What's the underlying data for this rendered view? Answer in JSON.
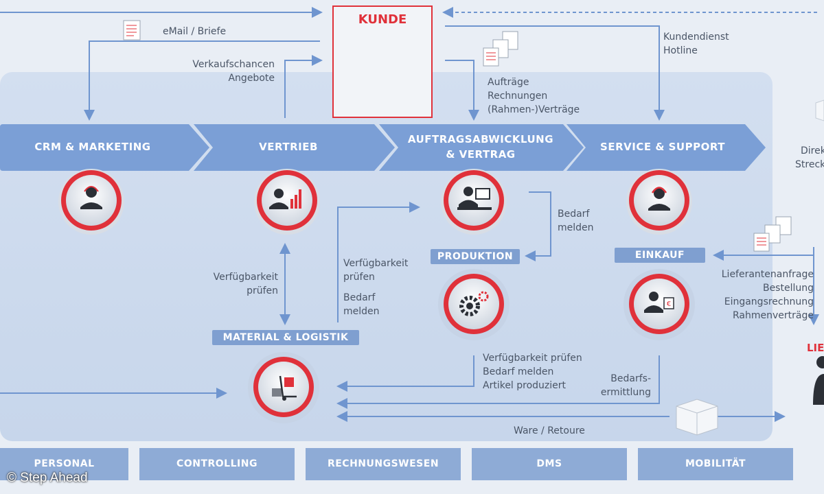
{
  "kunde": {
    "title": "KUNDE"
  },
  "top_labels": {
    "email": "eMail / Briefe",
    "verkauf_1": "Verkaufschancen",
    "verkauf_2": "Angebote",
    "kundendienst_1": "Kundendienst",
    "kundendienst_2": "Hotline",
    "auftraege_1": "Aufträge",
    "auftraege_2": "Rechnungen",
    "auftraege_3": "(Rahmen-)Verträge"
  },
  "process": {
    "crm": "CRM & MARKETING",
    "vertrieb": "VERTRIEB",
    "auftrag_1": "AUFTRAGSABWICKLUNG",
    "auftrag_2": "& VERTRAG",
    "service": "SERVICE & SUPPORT"
  },
  "side_right": {
    "direkt": "Direk",
    "strecke": "Streck"
  },
  "tags": {
    "produktion": "PRODUKTION",
    "einkauf": "EINKAUF",
    "material": "MATERIAL & LOGISTIK"
  },
  "flow_labels": {
    "verf_pruefen_1_a": "Verfügbarkeit",
    "verf_pruefen_1_b": "prüfen",
    "verf_pruefen_2_a": "Verfügbarkeit",
    "verf_pruefen_2_b": "prüfen",
    "bedarf_melden_a": "Bedarf",
    "bedarf_melden_b": "melden",
    "bedarf_melden_top_a": "Bedarf",
    "bedarf_melden_top_b": "melden",
    "prod_1": "Verfügbarkeit prüfen",
    "prod_2": "Bedarf melden",
    "prod_3": "Artikel produziert",
    "bedarfs_1": "Bedarfs-",
    "bedarfs_2": "ermittlung",
    "ware": "Ware / Retoure",
    "lief_1": "Lieferantenanfrage",
    "lief_2": "Bestellung",
    "lief_3": "Eingangsrechnung",
    "lief_4": "Rahmenverträge",
    "liefer_partial": "LIE"
  },
  "bottom": [
    "PERSONAL",
    "CONTROLLING",
    "RECHNUNGSWESEN",
    "DMS",
    "MOBILITÄT"
  ],
  "watermark": "© Step Ahead",
  "colors": {
    "accent_red": "#e0313a",
    "arrow_blue": "#6f95cf",
    "chevron_blue": "#7b9fd6",
    "tag_blue": "#7f9fd0",
    "bottom_blue": "#8eabd6"
  }
}
